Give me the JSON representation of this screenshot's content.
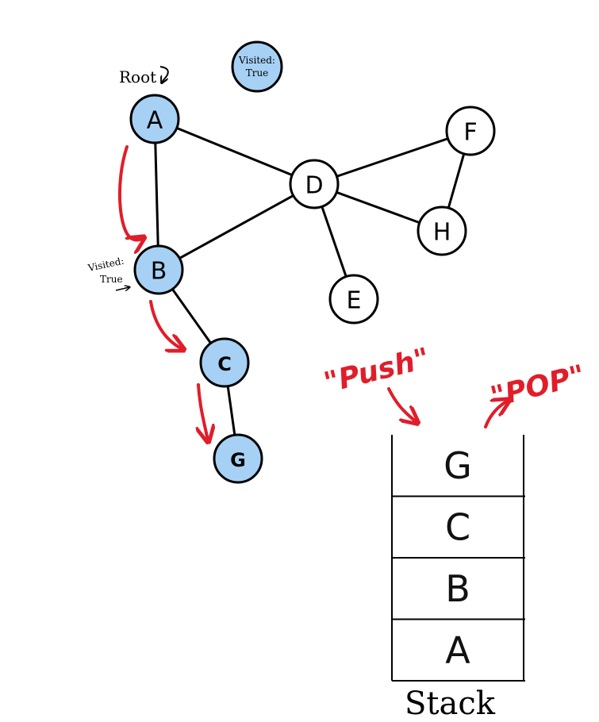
{
  "colors": {
    "visited_fill": "#a6d1f5",
    "unvisited_fill": "#ffffff",
    "stroke": "#000000",
    "arrow_red": "#e11d2a"
  },
  "graph": {
    "nodes": [
      {
        "id": "A",
        "label": "A",
        "visited": true
      },
      {
        "id": "B",
        "label": "B",
        "visited": true
      },
      {
        "id": "C",
        "label": "C",
        "visited": true
      },
      {
        "id": "G",
        "label": "G",
        "visited": true
      },
      {
        "id": "D",
        "label": "D",
        "visited": false
      },
      {
        "id": "E",
        "label": "E",
        "visited": false
      },
      {
        "id": "F",
        "label": "F",
        "visited": false
      },
      {
        "id": "H",
        "label": "H",
        "visited": false
      }
    ],
    "edges": [
      [
        "A",
        "B"
      ],
      [
        "A",
        "D"
      ],
      [
        "B",
        "D"
      ],
      [
        "B",
        "C"
      ],
      [
        "C",
        "G"
      ],
      [
        "D",
        "F"
      ],
      [
        "D",
        "H"
      ],
      [
        "D",
        "E"
      ],
      [
        "F",
        "H"
      ]
    ],
    "traversal_arrows": [
      [
        "A",
        "B"
      ],
      [
        "B",
        "C"
      ],
      [
        "C",
        "G"
      ]
    ]
  },
  "annotations": {
    "root_label": "Root",
    "legend_line1": "Visited:",
    "legend_line2": "True",
    "b_note_line1": "Visited:",
    "b_note_line2": "True"
  },
  "stack": {
    "push_label": "\"Push\"",
    "pop_label": "\"POP\"",
    "items_top_to_bottom": [
      "G",
      "C",
      "B",
      "A"
    ],
    "caption": "Stack"
  }
}
